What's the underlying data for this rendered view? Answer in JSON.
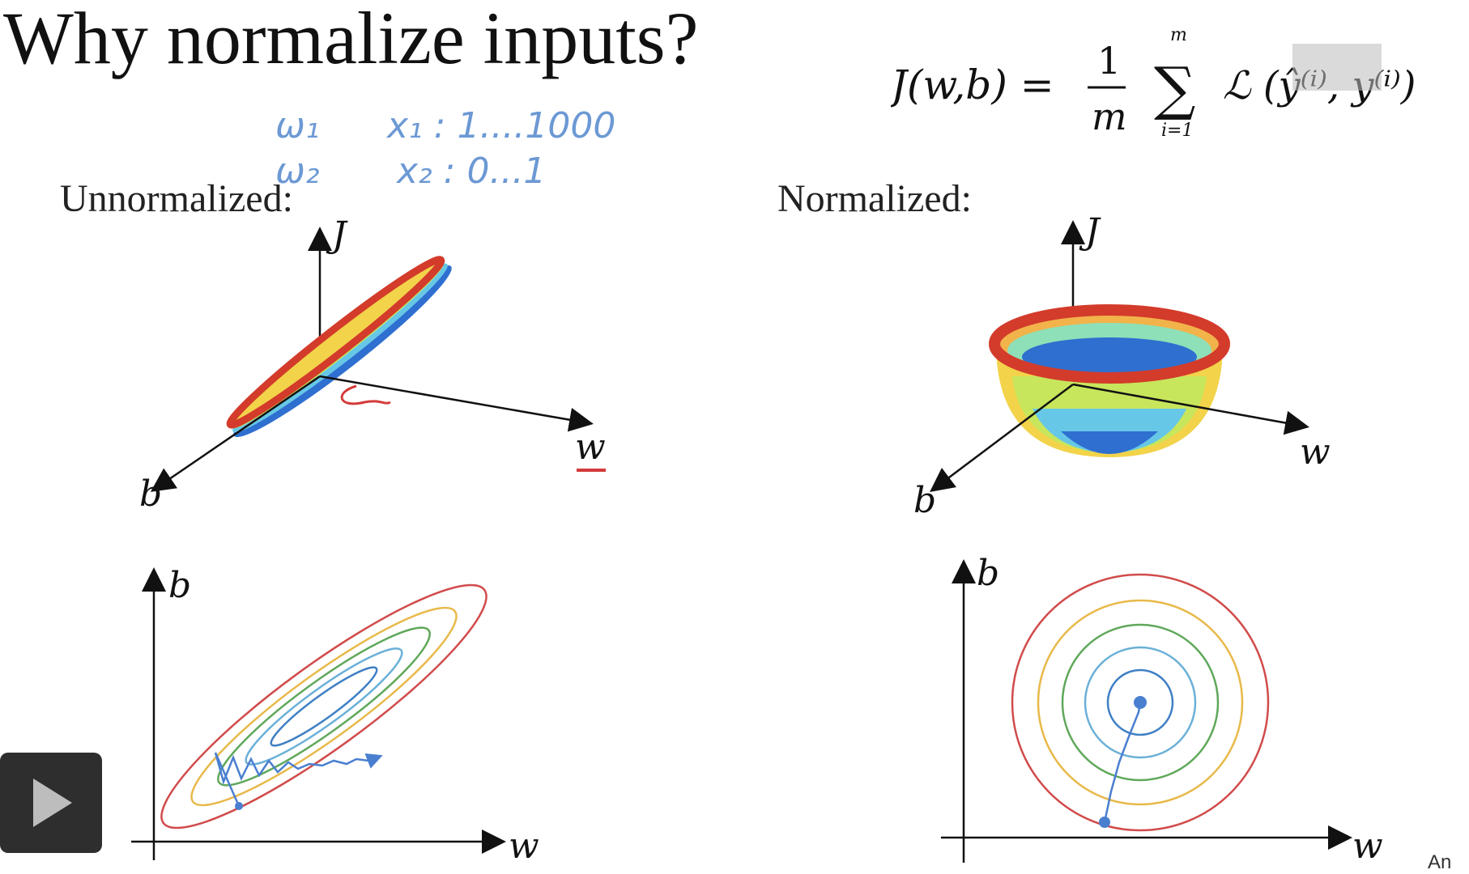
{
  "slide": {
    "title": "Why normalize inputs?",
    "formula": {
      "lhs": "J(w,b) =",
      "frac_num": "1",
      "frac_den": "m",
      "sum_top": "m",
      "sum_bottom": "i=1",
      "loss": "ℒ (ŷ⁽ⁱ⁾, y⁽ⁱ⁾)"
    },
    "handwritten_notes": {
      "line1_w": "ω₁",
      "line1_x": "x₁ : 1....1000",
      "line2_w": "ω₂",
      "line2_x": "x₂ : 0...1"
    },
    "left_label": "Unnormalized:",
    "right_label": "Normalized:",
    "axes": {
      "j": "J",
      "w": "w",
      "b": "b"
    },
    "watermark": "An"
  },
  "colors": {
    "rings": [
      "#d14b4b",
      "#e8b94a",
      "#5fa85a",
      "#6bb0d8",
      "#3f7fc4"
    ],
    "annotation_blue": "#4a7fd0",
    "annotation_red": "#d33b3b"
  },
  "player": {
    "play_icon": "play-icon"
  }
}
